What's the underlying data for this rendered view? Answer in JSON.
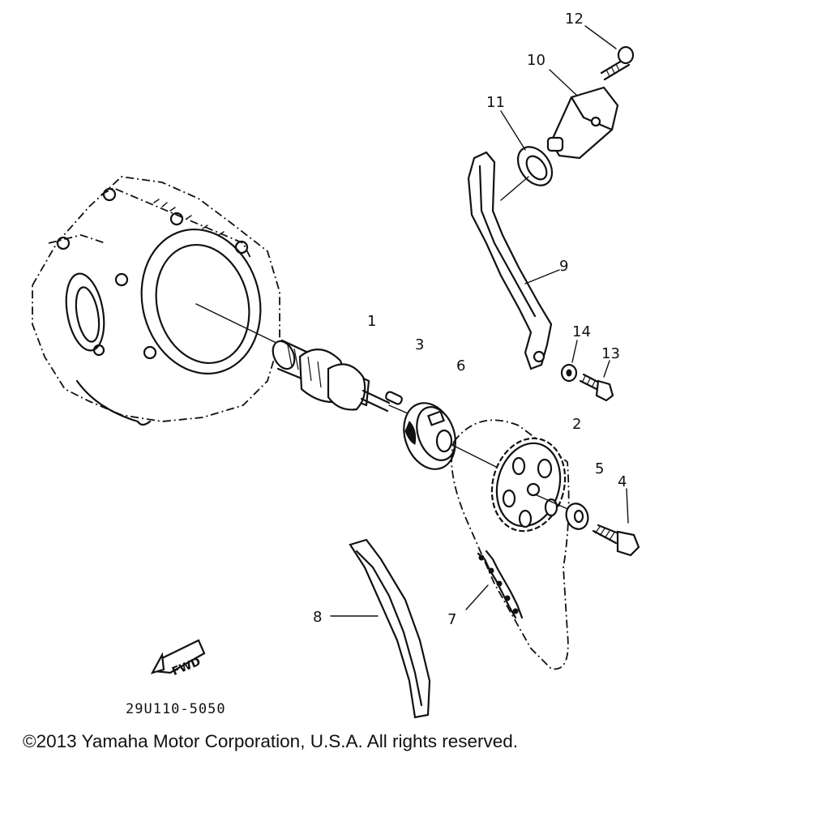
{
  "diagram": {
    "callouts": {
      "p1": "1",
      "p2": "2",
      "p3": "3",
      "p4": "4",
      "p5": "5",
      "p6": "6",
      "p7": "7",
      "p8": "8",
      "p9": "9",
      "p10": "10",
      "p11": "11",
      "p12": "12",
      "p13": "13",
      "p14": "14"
    },
    "fwd_label": "FWD",
    "drawing_code": "29U110-5050"
  },
  "footer": {
    "copyright": "©2013 Yamaha Motor Corporation, U.S.A. All rights reserved."
  }
}
